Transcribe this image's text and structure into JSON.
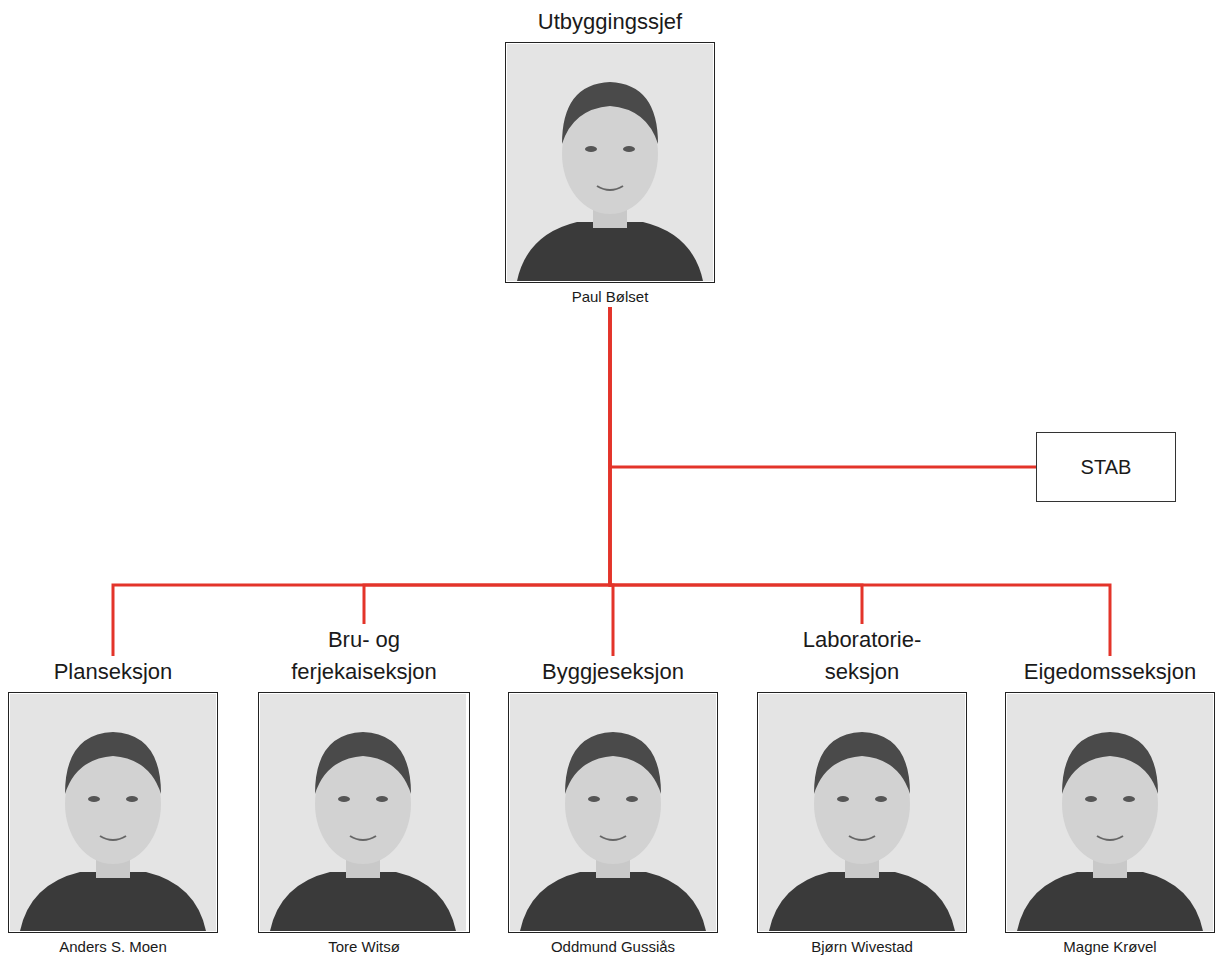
{
  "diagram": {
    "nodes": [
      {
        "text": [
          "Utbyggingssjef",
          "Paul Bølset"
        ]
      },
      {
        "text": [
          "STAB"
        ]
      },
      {
        "text": [
          "Planseksjon",
          "Anders S. Moen"
        ]
      },
      {
        "text": [
          "Bru- og ferjekaiseksjon",
          "Tore Witsø"
        ]
      },
      {
        "text": [
          "Byggjeseksjon",
          "Oddmund Gussiås"
        ]
      },
      {
        "text": [
          "Laboratorie- seksjon",
          "Bjørn Wivestad"
        ]
      },
      {
        "text": [
          "Eigedomsseksjon",
          "Magne Krøvel"
        ]
      }
    ],
    "edges": [
      {
        "from": 0,
        "to": 1,
        "arrow": "none"
      },
      {
        "from": 0,
        "to": 2,
        "arrow": "none"
      },
      {
        "from": 0,
        "to": 3,
        "arrow": "none"
      },
      {
        "from": 0,
        "to": 4,
        "arrow": "none"
      },
      {
        "from": 0,
        "to": 5,
        "arrow": "none"
      },
      {
        "from": 0,
        "to": 6,
        "arrow": "none"
      }
    ]
  }
}
